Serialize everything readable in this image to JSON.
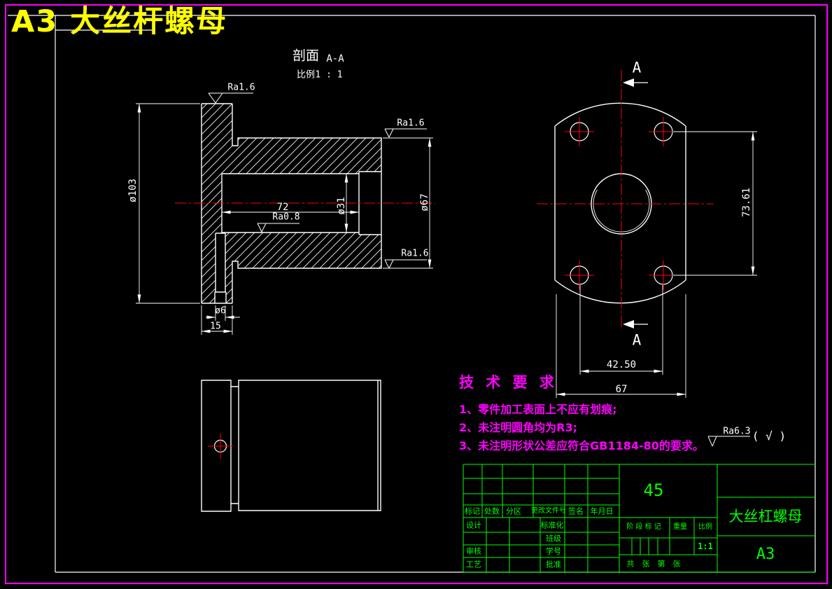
{
  "colors": {
    "background": "#000000",
    "outline": "#ffffff",
    "centerline": "#ff0000",
    "annotation": "#ff00ff",
    "title_block": "#00ff00",
    "title_overlay": "#ffff00"
  },
  "sheet": {
    "title_overlay": "A3 大丝杆螺母"
  },
  "section_view": {
    "label": "剖面",
    "name": "A-A",
    "scale_label": "比例",
    "scale": "1 : 1"
  },
  "dims": {
    "flange_od": "ø103",
    "thread_len": "72",
    "bore": "ø31",
    "body_od": "ø67",
    "flange_thickness": "15",
    "oil_hole": "ø6",
    "hole_span_v": "73.61",
    "hole_span_h": "42.50",
    "flange_width": "67"
  },
  "finish": {
    "flange_face": "Ra1.6",
    "body_top": "Ra1.6",
    "body_bottom": "Ra1.6",
    "bore": "Ra0.8",
    "general": "Ra6.3",
    "general_rest": "( √ )"
  },
  "marks": {
    "a_top": "A",
    "a_bottom": "A"
  },
  "tech": {
    "heading": "技 术 要 求",
    "items": [
      "1、零件加工表面上不应有划痕;",
      "2、未注明圆角均为R3;",
      "3、未注明形状公差应符合GB1184-80的要求。"
    ]
  },
  "tb": {
    "material": "45",
    "part_name": "大丝杠螺母",
    "format": "A3",
    "scale": "1:1",
    "rev_headers": [
      "标记",
      "处数",
      "分区",
      "更改文件号",
      "签名",
      "年月日"
    ],
    "roles": [
      "设计",
      "审核",
      "工艺"
    ],
    "right_labels": [
      "标准化",
      "班级",
      "学号",
      "批准"
    ],
    "stage": [
      "阶 段 标 记",
      "重量",
      "比例"
    ],
    "sheets": "共　张　第　张"
  }
}
